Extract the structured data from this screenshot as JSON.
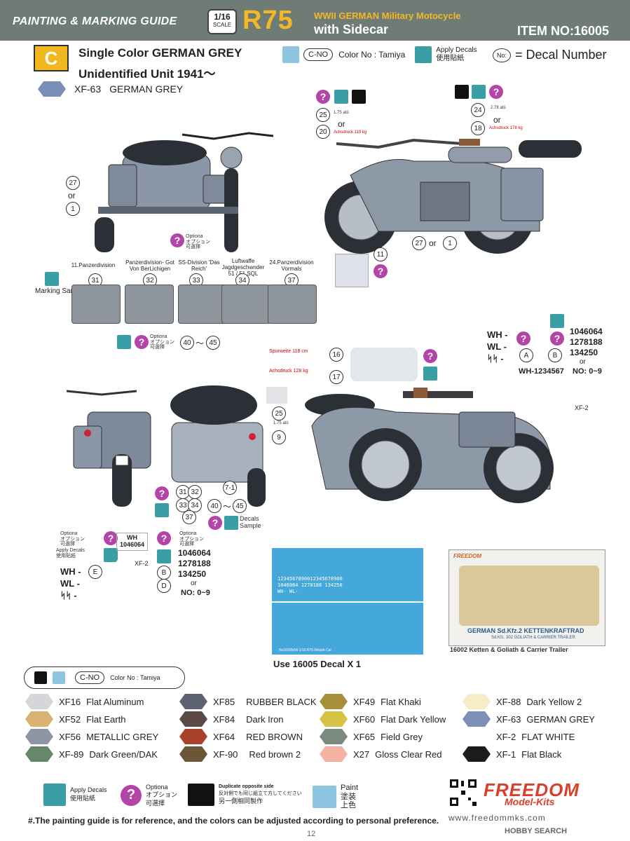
{
  "header": {
    "title": "PAINTING & MARKING GUIDE",
    "scale": "1/16",
    "scale_sub": "SCALE",
    "model": "R75",
    "subtitle1": "WWII GERMAN  Military Motocycle",
    "subtitle2": "with Sidecar",
    "item_no": "ITEM NO:16005"
  },
  "scheme": {
    "letter": "C",
    "line1": "Single Color   GERMAN GREY",
    "line2": "Unidentified Unit  1941～",
    "main_color": {
      "code": "XF-63",
      "name": "GERMAN GREY",
      "hex": "#7a8fb8"
    }
  },
  "legend_top": {
    "cno": "C-NO",
    "color_no": "Color No : Tamiya",
    "apply_decals_en": "Apply Decals",
    "apply_decals_jp": "使用貼紙",
    "decal_no": "No:",
    "decal_number": "= Decal Number"
  },
  "callouts": {
    "n27": "27",
    "or": "or",
    "n1": "1",
    "n25": "25",
    "n20": "20",
    "n24": "24",
    "n18": "18",
    "n11": "11",
    "n27b": "27",
    "n1b": "1",
    "n16": "16",
    "n17": "17",
    "n9": "9",
    "n25b": "25",
    "n31": "31",
    "n32": "32",
    "n33": "33",
    "n34": "34",
    "n37": "37",
    "n7_1": "7-1",
    "n40": "40",
    "n45": "45",
    "tilde": "～",
    "q": "?",
    "tiny_175": "1.75 atü",
    "tiny_278": "2.78 atü",
    "achs_119": "Achsdruck 119 kg",
    "achs_178": "Achsdruck 178 kg",
    "spur_118": "Spurweite 118 cm",
    "achs_128": "Achsdruck 128 kg",
    "tiny_175b": "1.75 atü"
  },
  "optional": {
    "en": "Optiona",
    "jp1": "オプション",
    "jp2": "可選擇"
  },
  "markings": {
    "sample_label": "Marking Sample",
    "units": [
      {
        "label": "11.Panzerdivision",
        "num": "31"
      },
      {
        "label": "Panzerdivision- Got Von BerLichigen",
        "num": "32"
      },
      {
        "label": "SS-Division 'Das Reich'",
        "num": "33"
      },
      {
        "label": "Luftwaffe Jagdgeschwnder 51 / 51 SQL",
        "num": "34"
      },
      {
        "label": "24.Panzerdivision Vormals",
        "num": "37"
      }
    ],
    "range_from": "40",
    "range_to": "45"
  },
  "plates_top": {
    "wh": "WH -",
    "wl": "WL -",
    "ss": "ᛋᛋ -",
    "a": "A",
    "b": "B",
    "numbers": [
      "1046064",
      "1278188",
      "134250"
    ],
    "or": "or",
    "no_range": "NO: 0~9",
    "sample": "WH-1234567",
    "xf2": "XF-2"
  },
  "rear": {
    "decals_sample": "Decals Sample",
    "range_from": "40",
    "range_to": "45",
    "nums": [
      "31",
      "32",
      "33",
      "34",
      "37"
    ],
    "n7_1": "7-1",
    "n25": "25",
    "n9": "9"
  },
  "bottom_plates": {
    "wh_label": "WH",
    "wh_num": "1046064",
    "xf2": "XF-2",
    "wh": "WH -",
    "wl": "WL -",
    "ss": "ᛋᛋ -",
    "e": "E",
    "b": "B",
    "d": "D",
    "numbers": [
      "1046064",
      "1278188",
      "134250"
    ],
    "or": "or",
    "no_range": "NO: 0~9",
    "apply_en": "Apply Decals",
    "apply_jp": "使用貼紙"
  },
  "decal_sheet": {
    "caption": "Use 16005 Decal X 1",
    "rows": [
      "1234567890012345678900",
      "1046064  1278188  134250",
      "WH- WL-"
    ],
    "footer": "No16005/06 1/16 R75 W/side Car"
  },
  "kit": {
    "brand": "FREEDOM",
    "title_de": "GERMAN Sd.Kfz.2 KETTENKRAFTRAD",
    "title_sub": "Sd.Kfz. 302 GOLIATH & CARRIER TRAILER",
    "caption": "16002 Ketten & Goliath & Carrier Trailer"
  },
  "palette_legend": {
    "cno": "C-NO",
    "color_no": "Color No : Tamiya"
  },
  "palette": [
    {
      "code": "XF16",
      "name": "Flat Aluminum",
      "hex": "#d4d6da"
    },
    {
      "code": "XF52",
      "name": "Flat Earth",
      "hex": "#d8b26e"
    },
    {
      "code": "XF56",
      "name": "METALLIC GREY",
      "hex": "#8e96a6"
    },
    {
      "code": "XF-89",
      "name": "Dark Green/DAK",
      "hex": "#66876a"
    },
    {
      "code": "XF85",
      "name": "RUBBER BLACK",
      "hex": "#5c6271"
    },
    {
      "code": "XF84",
      "name": "Dark Iron",
      "hex": "#5b4a46"
    },
    {
      "code": "XF64",
      "name": "RED BROWN",
      "hex": "#a8432b"
    },
    {
      "code": "XF-90",
      "name": "Red brown 2",
      "hex": "#6b5637"
    },
    {
      "code": "XF49",
      "name": "Flat Khaki",
      "hex": "#a88f3c"
    },
    {
      "code": "XF60",
      "name": "Flat Dark Yellow",
      "hex": "#d4c344"
    },
    {
      "code": "XF65",
      "name": "Field Grey",
      "hex": "#7a8c80"
    },
    {
      "code": "X27",
      "name": "Gloss Clear Red",
      "hex": "#f4b2a3"
    },
    {
      "code": "XF-88",
      "name": "Dark Yellow 2",
      "hex": "#f5ecc8"
    },
    {
      "code": "XF-63",
      "name": "GERMAN GREY",
      "hex": "#7d8fb4"
    },
    {
      "code": "XF-2",
      "name": "FLAT WHITE",
      "hex": "#ffffff"
    },
    {
      "code": "XF-1",
      "name": "Flat Black",
      "hex": "#1b1b1b"
    }
  ],
  "footer": {
    "apply_en": "Apply Decals",
    "apply_jp": "使用貼紙",
    "opt_en": "Optiona",
    "opt_jp1": "オプション",
    "opt_jp2": "可選擇",
    "dup_en": "Duplicate opposite side",
    "dup_jp": "反対側でも同じ組立て方してください",
    "dup_cn": "另一側相同製作",
    "paint_en": "Paint",
    "paint_jp": "塗装",
    "paint_cn": "上色",
    "note": "#.The painting guide is for reference, and the colors can be adjusted according to personal preference.",
    "page": "12",
    "brand": "FREEDOM",
    "brand_sub": "Model-Kits",
    "website": "www.freedommks.com",
    "hobby": "HOBBY SEARCH"
  }
}
